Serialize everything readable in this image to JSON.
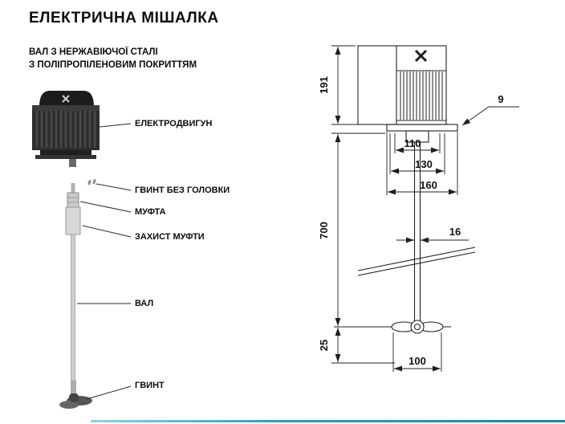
{
  "accent_color": "#2aa0bc",
  "page": {
    "title": "ЕЛЕКТРИЧНА МІШАЛКА",
    "subtitle_line1": "ВАЛ З НЕРЖАВІЮЧОЇ СТАЛІ",
    "subtitle_line2": "З ПОЛІПРОПІЛЕНОВИМ ПОКРИТТЯМ"
  },
  "part_labels": {
    "motor": "ЕЛЕКТРОДВИГУН",
    "headless_screw": "ГВИНТ БЕЗ ГОЛОВКИ",
    "coupling": "МУФТА",
    "coupling_guard": "ЗАХИСТ МУФТИ",
    "shaft": "ВАЛ",
    "propeller": "ГВИНТ"
  },
  "dimensions": {
    "motor_height": "191",
    "flange_thickness": "9",
    "hub_width": "110",
    "plate_width": "130",
    "flange_width": "160",
    "shaft_length": "700",
    "shaft_diameter": "16",
    "propeller_height": "25",
    "propeller_width": "100"
  }
}
